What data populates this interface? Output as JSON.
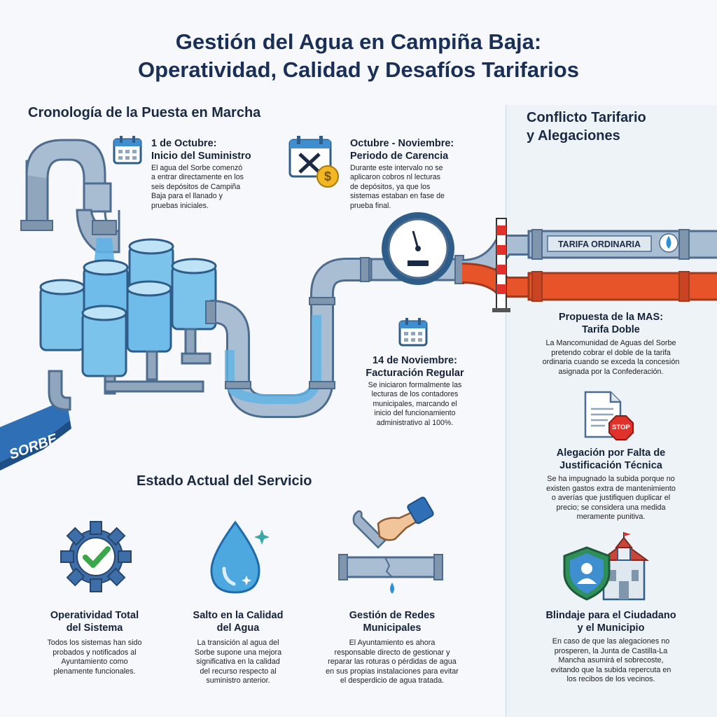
{
  "title": {
    "line1": "Gestión del Agua en Campiña Baja:",
    "line2": "Operatividad, Calidad y Desafíos Tarifarios"
  },
  "timeline": {
    "heading": "Cronología de la Puesta en Marcha",
    "river_label": "SORBE",
    "events": [
      {
        "title_l1": "1 de Octubre:",
        "title_l2": "Inicio del Suministro",
        "desc": [
          "El agua del Sorbe comenzó",
          "a entrar directamente en los",
          "seis depósitos de Campiña",
          "Baja para el llanado y",
          "pruebas iniciales."
        ],
        "icon": "calendar-icon"
      },
      {
        "title_l1": "Octubre - Noviembre:",
        "title_l2": "Periodo de Carencia",
        "desc": [
          "Durante este intervalo no se",
          "aplicaron cobros nl lecturas",
          "de depósitos, ya que los",
          "sistemas estaban en fase de",
          "prueba final."
        ],
        "icon": "calendar-no-charge-icon"
      },
      {
        "title_l1": "14 de Noviembre:",
        "title_l2": "Facturación Regular",
        "desc": [
          "Se iniciaron formalmente las",
          "lecturas de los contadores",
          "municipales, marcando el",
          "inicio del funcionamiento",
          "administrativo al 100%."
        ],
        "icon": "calendar-icon"
      }
    ]
  },
  "tariff": {
    "heading_l1": "Conflicto Tarifario",
    "heading_l2": "y Alegaciones",
    "pipe_label": "TARIFA ORDINARIA",
    "items": [
      {
        "title_l1": "Propuesta de la MAS:",
        "title_l2": "Tarifa Doble",
        "desc": [
          "La Mancomunidad de Aguas del Sorbe",
          "pretendo cobrar el doble de la tarifa",
          "ordinaria cuando se exceda la concesión",
          "asignada por la Confederación."
        ]
      },
      {
        "title_l1": "Alegación por Falta de",
        "title_l2": "Justificación Técnica",
        "desc": [
          "Se ha impugnado la subida porque no",
          "existen gastos extra de mantenimiento",
          "o averías que justifiquen duplicar el",
          "precio; se considera una medida",
          "meramente punitiva."
        ],
        "stop_label": "STOP"
      },
      {
        "title_l1": "Blindaje para el Ciudadano",
        "title_l2": "y el Municipio",
        "desc": [
          "En caso de que las alegaciones no",
          "prosperen, la Junta de Castilla-La",
          "Mancha asumirá el sobrecoste,",
          "evitando que la subida repercuta en",
          "los recibos de los vecinos."
        ]
      }
    ]
  },
  "status": {
    "heading": "Estado Actual del Servicio",
    "items": [
      {
        "title_l1": "Operatividad Total",
        "title_l2": "del Sistema",
        "desc": [
          "Todos los sistemas han sido",
          "probados y notificados al",
          "Ayuntamiento como",
          "plenamente funcionales."
        ]
      },
      {
        "title_l1": "Salto en la Calidad",
        "title_l2": "del Agua",
        "desc": [
          "La transición al agua del",
          "Sorbe supone una mejora",
          "significativa en la calidad",
          "del recurso respecto al",
          "suministro anterior."
        ]
      },
      {
        "title_l1": "Gestión de Redes",
        "title_l2": "Municipales",
        "desc": [
          "El Ayuntamiento es ahora",
          "responsable directo de gestionar y",
          "reparar las roturas o pérdidas de agua",
          "en sus propias instalaciones para evitar",
          "el desperdicio de agua tratada."
        ]
      }
    ]
  },
  "colors": {
    "pipe": "#8fa6bd",
    "pipe_dark": "#4d6c8f",
    "water": "#5fb3e6",
    "orange_pipe": "#e8542a",
    "check_green": "#3aa84a",
    "stop_red": "#e0312b"
  }
}
